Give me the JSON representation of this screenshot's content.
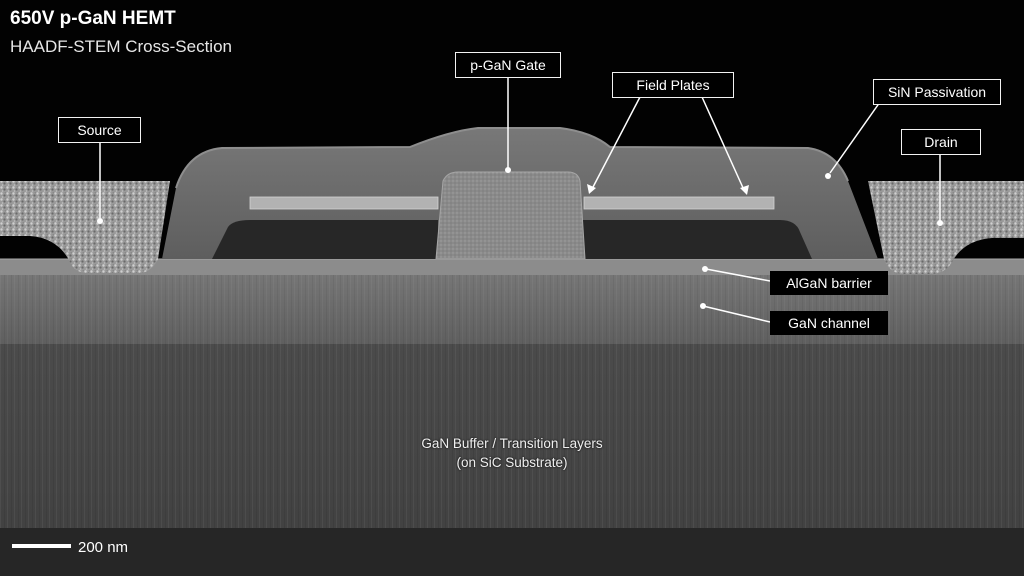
{
  "title": "650V p-GaN HEMT",
  "subtitle": "HAADF-STEM Cross-Section",
  "labels": {
    "source": "Source",
    "pgan_gate": "p-GaN Gate",
    "field_plates": "Field Plates",
    "sin_passivation": "SiN Passivation",
    "drain": "Drain",
    "algan_barrier": "AlGaN barrier",
    "gan_channel": "GaN channel"
  },
  "buffer_caption": {
    "line1": "GaN Buffer / Transition Layers",
    "line2": "(on SiC Substrate)"
  },
  "scale_bar": {
    "label": "200 nm"
  },
  "colors": {
    "background": "#020202",
    "buffer": "#4a4a4a",
    "channel": "#6a6a6a",
    "barrier": "#8a8a8a",
    "passivation": "#6c6c6c",
    "metal": "#b0b0b0",
    "gate": "#8c8c8c",
    "cavity": "#262626"
  }
}
